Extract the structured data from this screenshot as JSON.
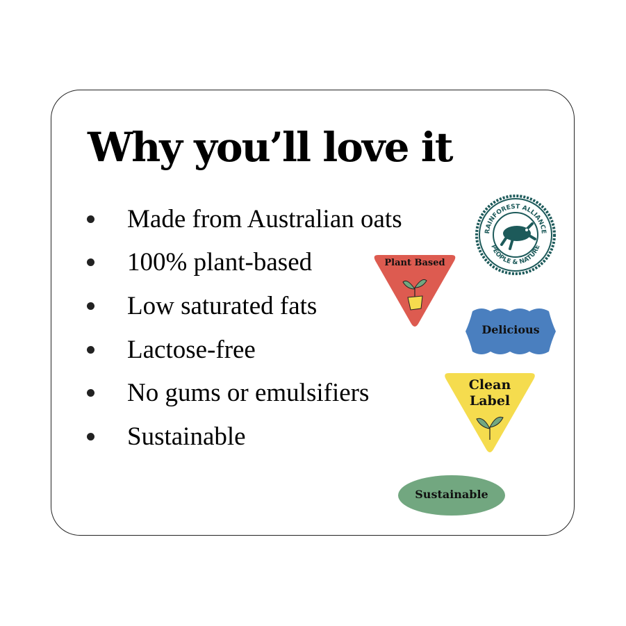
{
  "title": "Why you’ll love it",
  "benefits": [
    "Made from Australian oats",
    "100% plant-based",
    "Low saturated fats",
    "Lactose-free",
    "No gums or emulsifiers",
    "Sustainable"
  ],
  "badges": {
    "plant_based": {
      "label": "Plant Based",
      "color": "#dd5b50"
    },
    "rainforest": {
      "top_text": "RAINFOREST ALLIANCE",
      "bottom_text": "PEOPLE & NATURE",
      "color": "#1d5a5a"
    },
    "delicious": {
      "label": "Delicious",
      "color": "#4a7fbf"
    },
    "clean_label": {
      "line1": "Clean",
      "line2": "Label",
      "color": "#f5dc4e"
    },
    "sustainable": {
      "label": "Sustainable",
      "color": "#72a780"
    }
  }
}
